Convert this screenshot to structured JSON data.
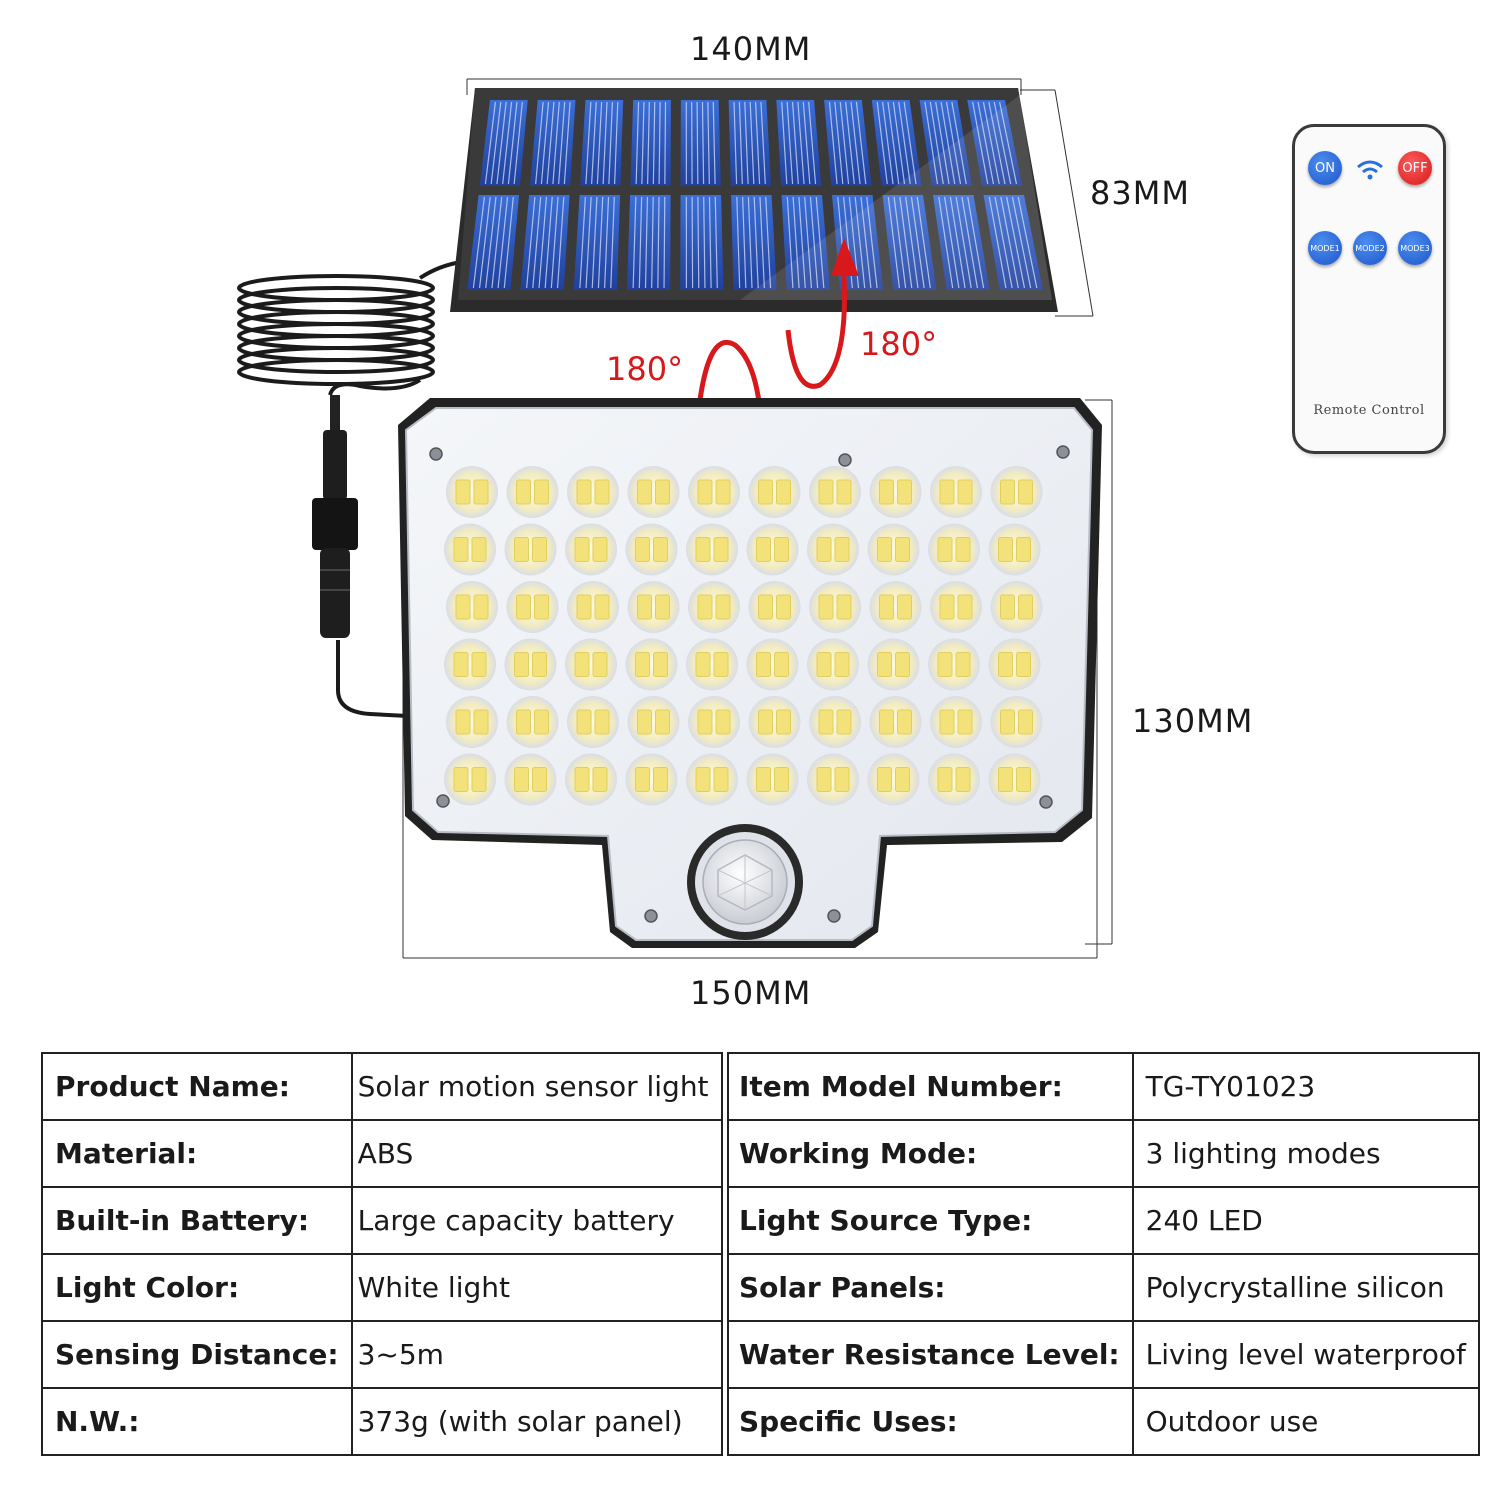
{
  "dimensions": {
    "panel_width": "140MM",
    "panel_height": "83MM",
    "light_height": "130MM",
    "light_width": "150MM"
  },
  "rotation": {
    "left": "180°",
    "right": "180°"
  },
  "remote": {
    "on_label": "ON",
    "off_label": "OFF",
    "mode1_label": "MODE1",
    "mode2_label": "MODE2",
    "mode3_label": "MODE3",
    "label": "Remote Control"
  },
  "specs": {
    "left": [
      {
        "key": "Product Name:",
        "value": "Solar motion sensor light"
      },
      {
        "key": "Material:",
        "value": "ABS"
      },
      {
        "key": "Built-in Battery:",
        "value": "Large capacity battery"
      },
      {
        "key": "Light Color:",
        "value": "White light"
      },
      {
        "key": "Sensing Distance:",
        "value": "3~5m"
      },
      {
        "key": "N.W.:",
        "value": "373g (with solar panel)"
      }
    ],
    "right": [
      {
        "key": "Item Model Number:",
        "value": "TG-TY01023"
      },
      {
        "key": "Working Mode:",
        "value": "3 lighting modes"
      },
      {
        "key": "Light Source Type:",
        "value": "240 LED"
      },
      {
        "key": "Solar Panels:",
        "value": "Polycrystalline silicon"
      },
      {
        "key": "Water Resistance Level:",
        "value": "Living level waterproof"
      },
      {
        "key": "Specific Uses:",
        "value": "Outdoor use"
      }
    ]
  },
  "colors": {
    "accent_red": "#d7191c",
    "panel_cell_blue": "#2f5fc4",
    "remote_blue": "#1c56c9",
    "remote_red": "#d41a1a"
  }
}
